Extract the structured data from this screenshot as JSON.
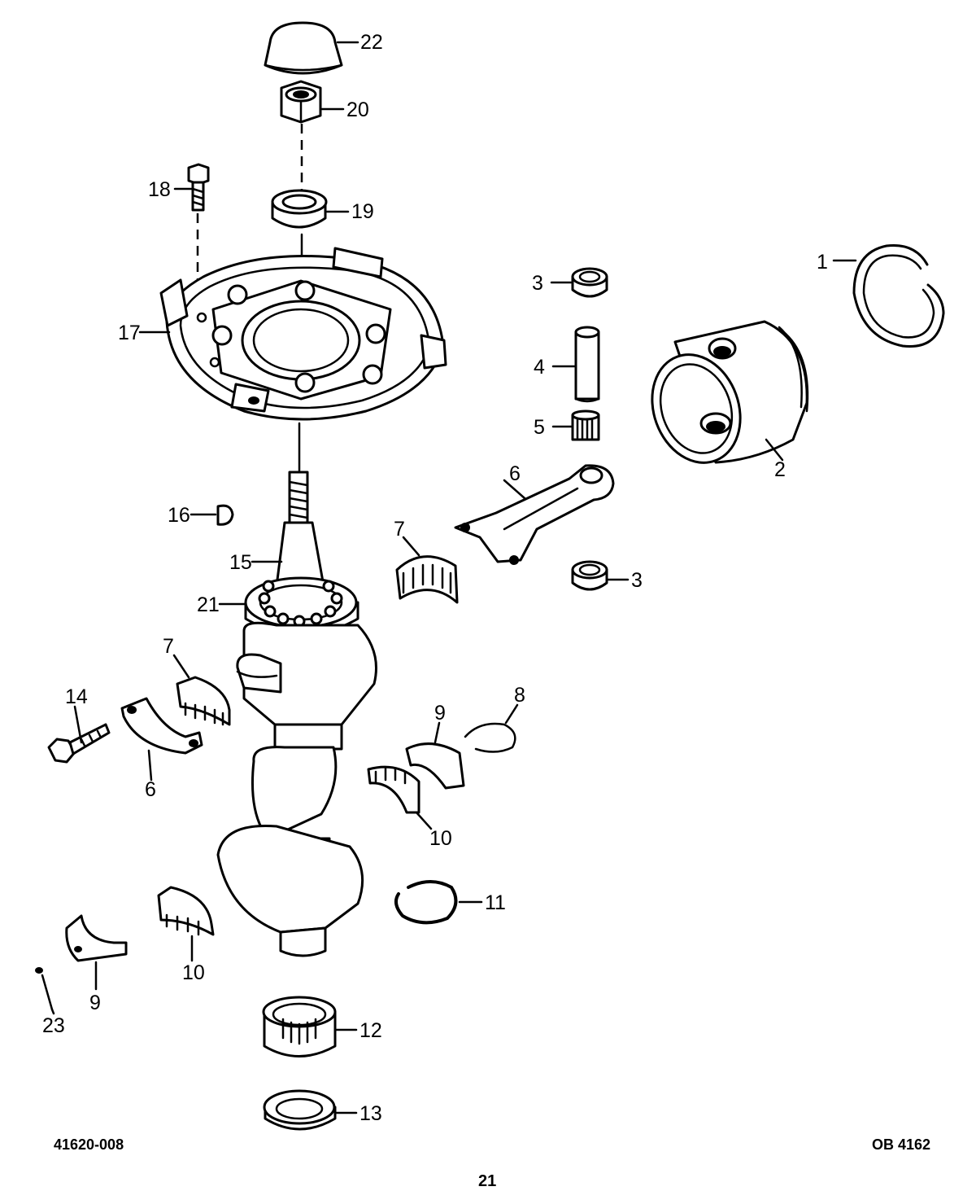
{
  "callouts": [
    {
      "id": "c1",
      "text": "1"
    },
    {
      "id": "c2",
      "text": "2"
    },
    {
      "id": "c3a",
      "text": "3"
    },
    {
      "id": "c3b",
      "text": "3"
    },
    {
      "id": "c4",
      "text": "4"
    },
    {
      "id": "c5",
      "text": "5"
    },
    {
      "id": "c6a",
      "text": "6"
    },
    {
      "id": "c6b",
      "text": "6"
    },
    {
      "id": "c7a",
      "text": "7"
    },
    {
      "id": "c7b",
      "text": "7"
    },
    {
      "id": "c8",
      "text": "8"
    },
    {
      "id": "c9a",
      "text": "9"
    },
    {
      "id": "c9b",
      "text": "9"
    },
    {
      "id": "c10a",
      "text": "10"
    },
    {
      "id": "c10b",
      "text": "10"
    },
    {
      "id": "c11",
      "text": "11"
    },
    {
      "id": "c12",
      "text": "12"
    },
    {
      "id": "c13",
      "text": "13"
    },
    {
      "id": "c14",
      "text": "14"
    },
    {
      "id": "c15",
      "text": "15"
    },
    {
      "id": "c16",
      "text": "16"
    },
    {
      "id": "c17",
      "text": "17"
    },
    {
      "id": "c18",
      "text": "18"
    },
    {
      "id": "c19",
      "text": "19"
    },
    {
      "id": "c20",
      "text": "20"
    },
    {
      "id": "c21",
      "text": "21"
    },
    {
      "id": "c22",
      "text": "22"
    },
    {
      "id": "c23",
      "text": "23"
    }
  ],
  "footer": {
    "left_code": "41620-008",
    "right_code": "OB 4162",
    "page_number": "21"
  }
}
